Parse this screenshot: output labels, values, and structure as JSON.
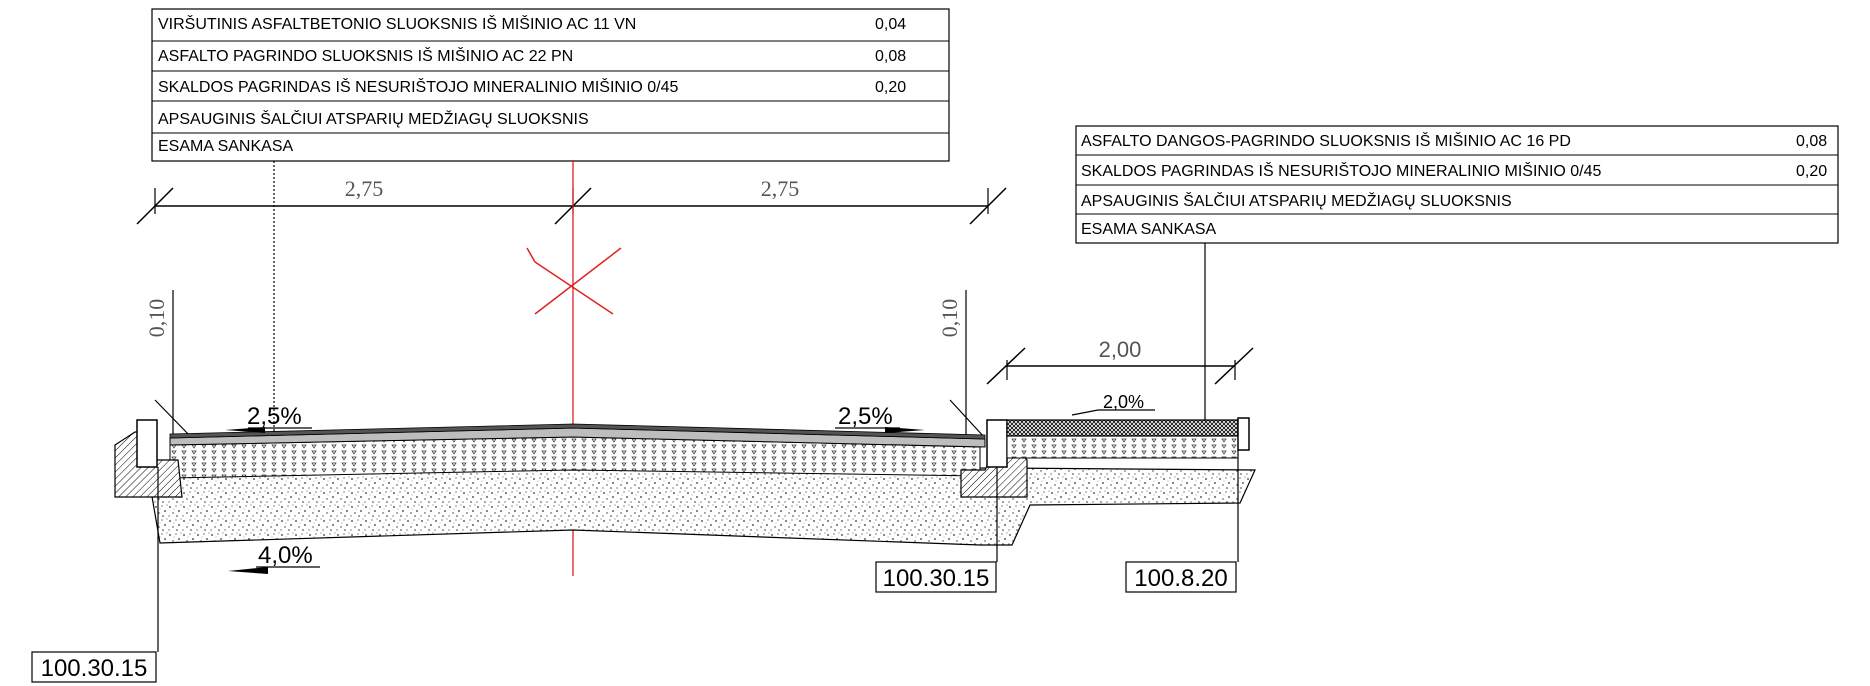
{
  "left_table": {
    "rows": [
      {
        "label": "VIRŠUTINIS ASFALTBETONIO SLUOKSNIS IŠ MIŠINIO AC 11 VN",
        "value": "0,04"
      },
      {
        "label": "ASFALTO PAGRINDO SLUOKSNIS IŠ MIŠINIO AC 22 PN",
        "value": "0,08"
      },
      {
        "label": "SKALDOS PAGRINDAS IŠ NESURIŠTOJO MINERALINIO MIŠINIO  0/45",
        "value": "0,20"
      },
      {
        "label": "APSAUGINIS  ŠALČIUI ATSPARIŲ MEDŽIAGŲ SLUOKSNIS",
        "value": ""
      },
      {
        "label": "ESAMA SANKASA",
        "value": ""
      }
    ]
  },
  "right_table": {
    "rows": [
      {
        "label": "ASFALTO DANGOS-PAGRINDO SLUOKSNIS IŠ MIŠINIO AC 16 PD",
        "value": "0,08"
      },
      {
        "label": "SKALDOS PAGRINDAS IŠ NESURIŠTOJO MINERALINIO MIŠINIO  0/45",
        "value": "0,20"
      },
      {
        "label": "APSAUGINIS  ŠALČIUI ATSPARIŲ MEDŽIAGŲ SLUOKSNIS",
        "value": ""
      },
      {
        "label": "ESAMA SANKASA",
        "value": ""
      }
    ]
  },
  "dimensions": {
    "lane_left": "2,75",
    "lane_right": "2,75",
    "curb_height_left": "0,10",
    "curb_height_right": "0,10",
    "sidewalk_width": "2,00"
  },
  "slopes": {
    "left_lane": "2,5%",
    "right_lane": "2,5%",
    "subgrade": "4,0%",
    "sidewalk": "2,0%"
  },
  "codes": {
    "left_curb": "100.30.15",
    "right_curb": "100.30.15",
    "sidewalk_edge": "100.8.20"
  },
  "colors": {
    "line": "#000000",
    "dimension_text": "#555555",
    "centerline": "#e02020"
  }
}
